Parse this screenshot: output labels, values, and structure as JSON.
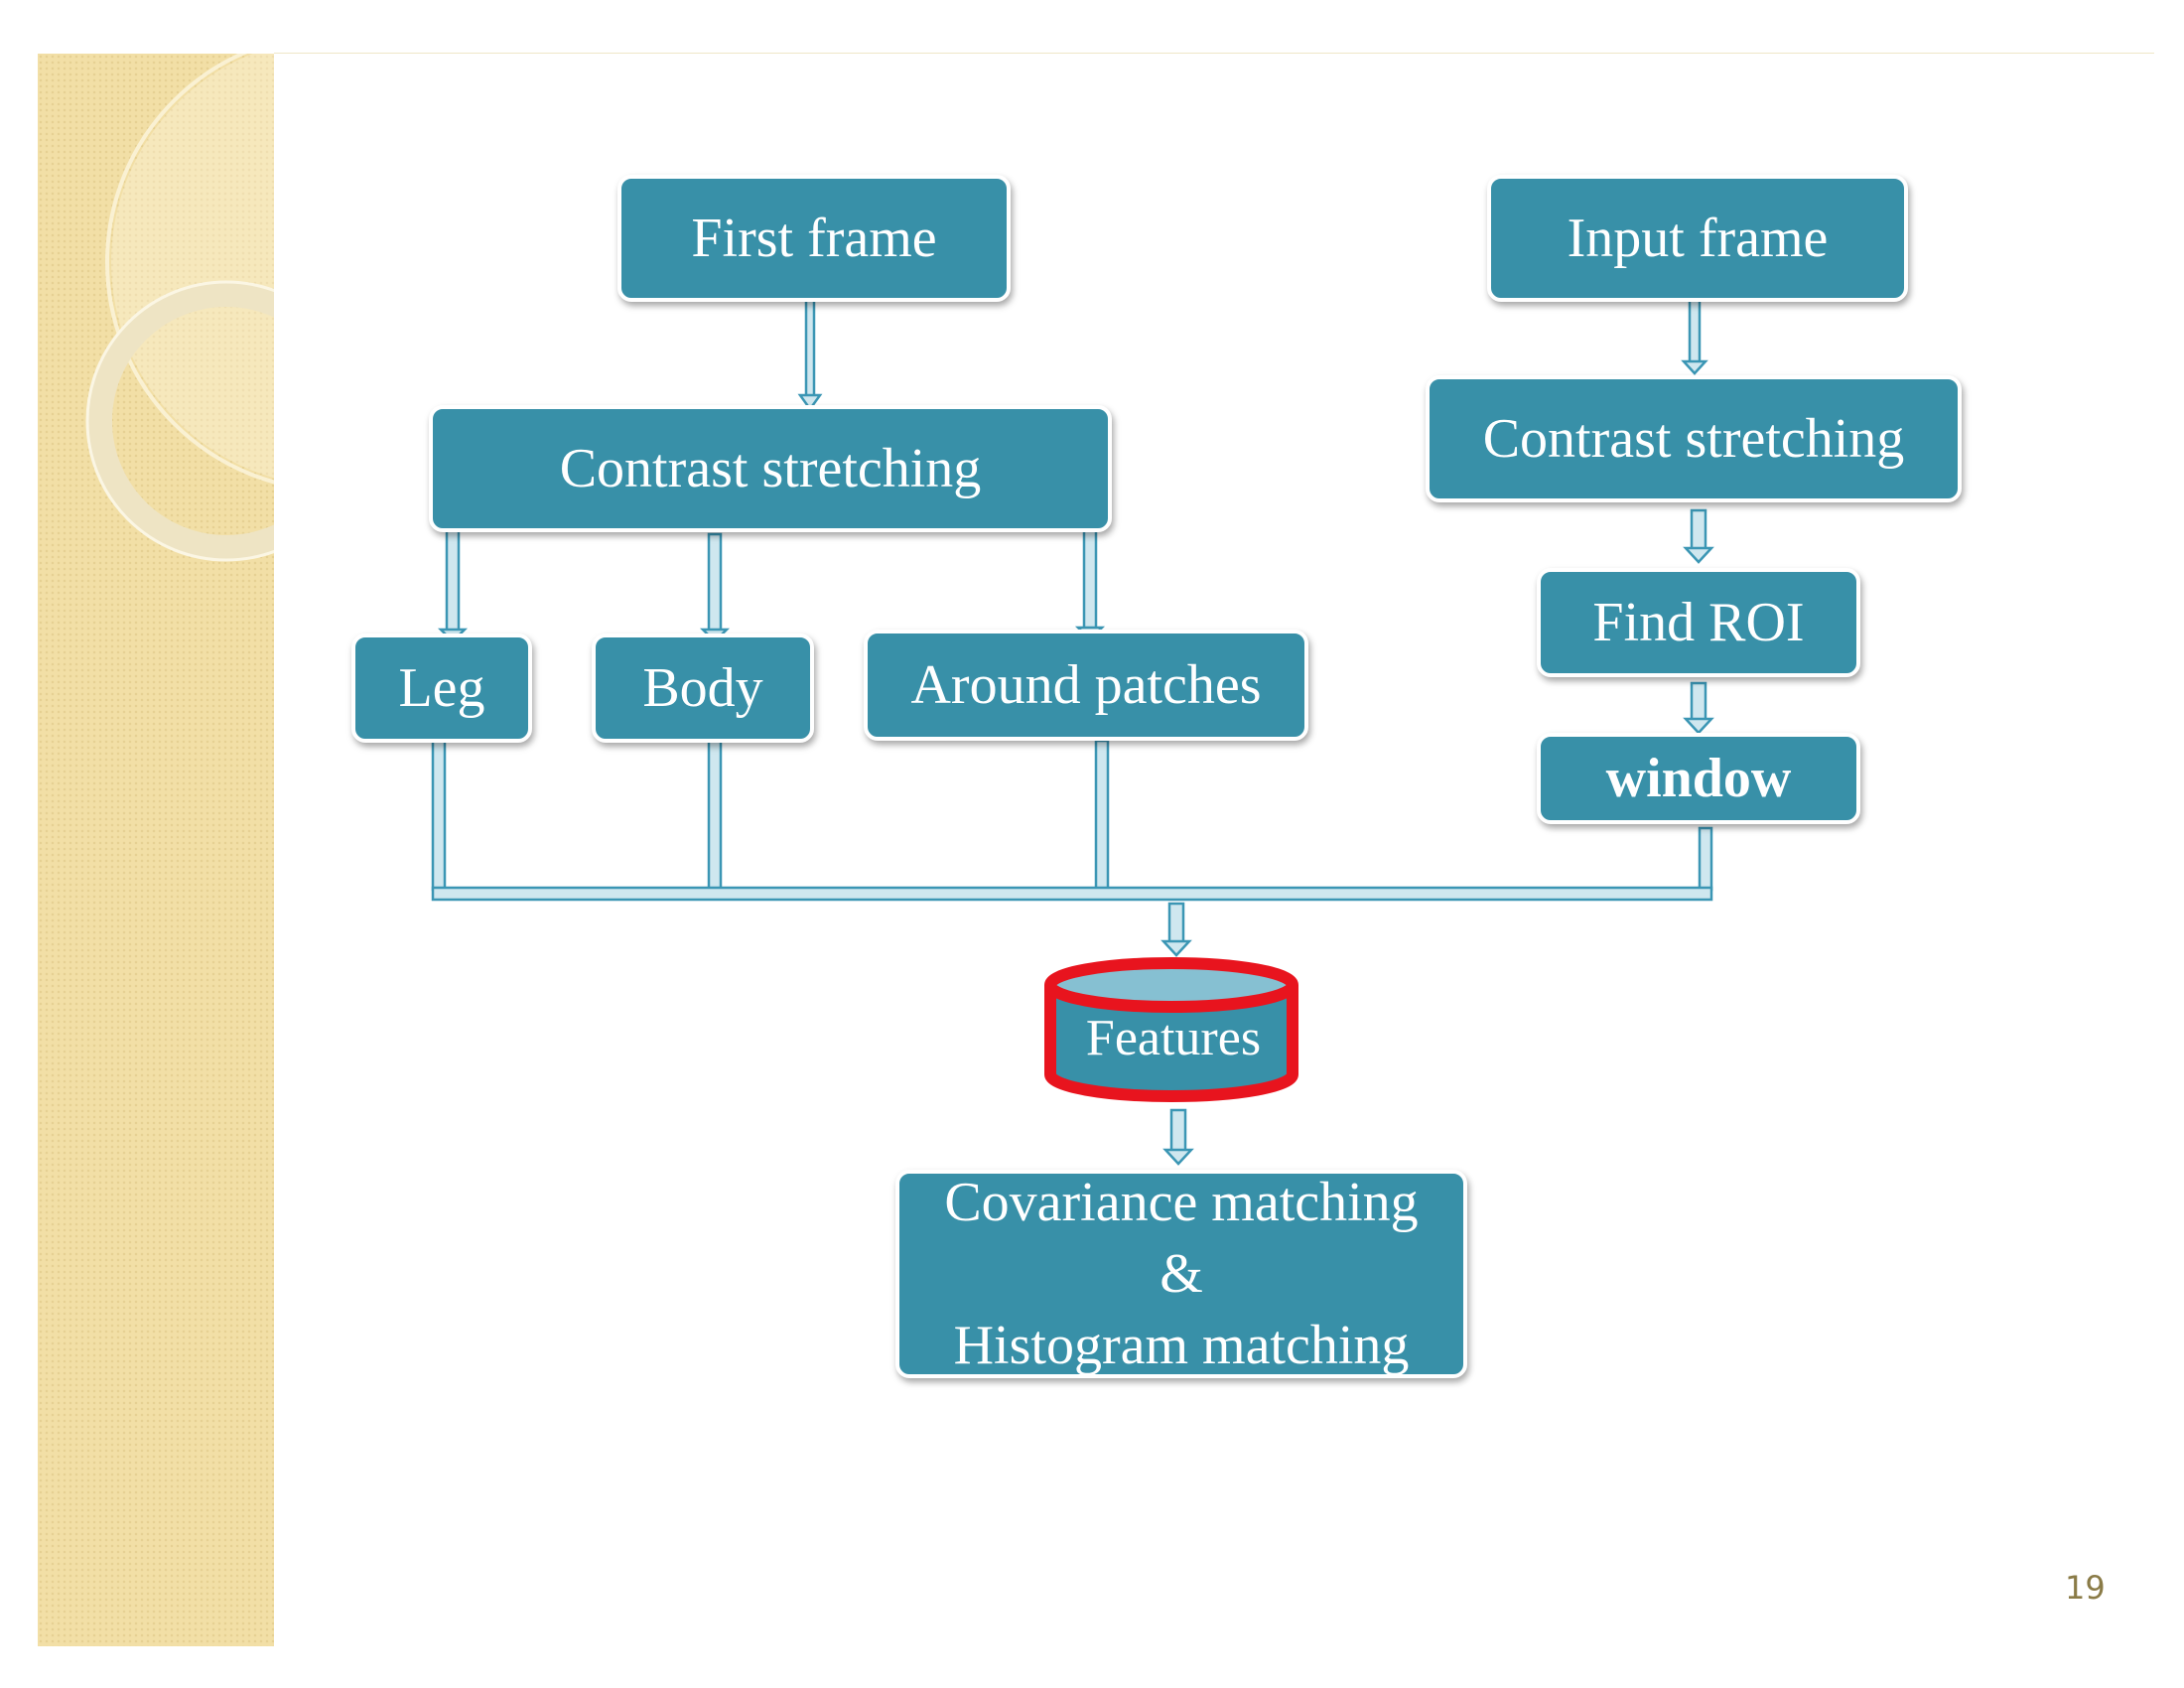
{
  "slide": {
    "page_number": "19",
    "accent_color": "#3890a8",
    "highlight_color": "#e8141e",
    "sidebar_color": "#f2dfa6"
  },
  "nodes": {
    "first_frame": "First frame",
    "contrast_left": "Contrast stretching",
    "leg": "Leg",
    "body": "Body",
    "around_patches": "Around patches",
    "input_frame": "Input frame",
    "contrast_right": "Contrast stretching",
    "find_roi": "Find ROI",
    "window": "window",
    "features": "Features",
    "matching": {
      "line1": "Covariance matching",
      "line2": "&",
      "line3": "Histogram matching"
    }
  }
}
